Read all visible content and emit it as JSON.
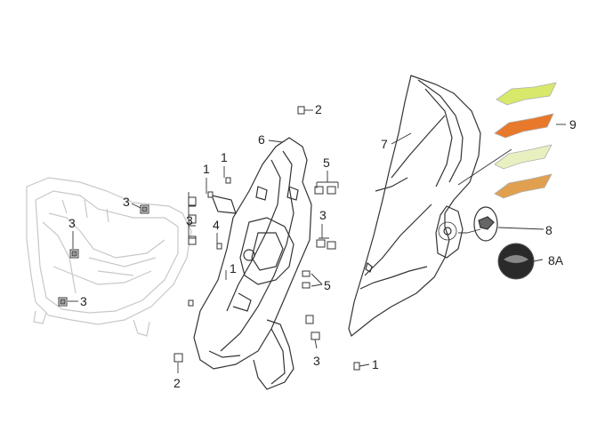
{
  "callouts": {
    "c1a": "1",
    "c1b": "1",
    "c1c": "1",
    "c1d": "1",
    "c2a": "2",
    "c2b": "2",
    "c3a": "3",
    "c3b": "3",
    "c3c": "3",
    "c3d": "3",
    "c3e": "3",
    "c3f": "3",
    "c4": "4",
    "c5a": "5",
    "c5b": "5",
    "c6": "6",
    "c7": "7",
    "c8": "8",
    "c8a": "8A",
    "c9": "9"
  },
  "colors": {
    "outline": "#333333",
    "faded_outline": "#c8c8c8",
    "decal_yellow": "#d8e86a",
    "decal_orange": "#e8782a",
    "decal_pale": "#e8f0c0",
    "decal_tan": "#e0a050",
    "badge_dark": "#2a2a2a"
  }
}
